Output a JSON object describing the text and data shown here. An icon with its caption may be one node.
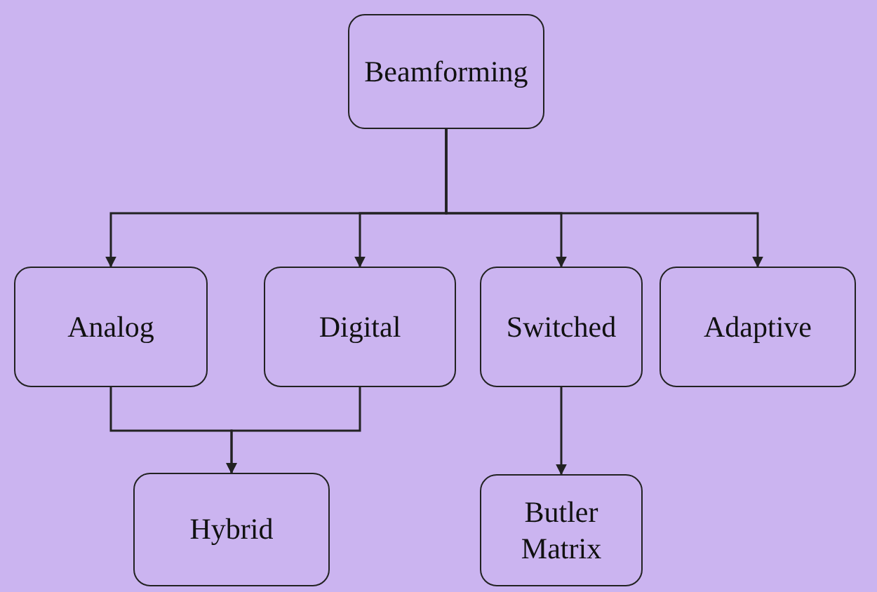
{
  "diagram": {
    "nodes": [
      {
        "text": [
          "Beamforming"
        ]
      },
      {
        "text": [
          "Analog"
        ]
      },
      {
        "text": [
          "Digital"
        ]
      },
      {
        "text": [
          "Switched"
        ]
      },
      {
        "text": [
          "Adaptive"
        ]
      },
      {
        "text": [
          "Hybrid"
        ]
      },
      {
        "text": [
          "Butler Matrix"
        ]
      }
    ],
    "edges": [
      {
        "from": 0,
        "to": 1,
        "arrow": "to"
      },
      {
        "from": 0,
        "to": 2,
        "arrow": "to"
      },
      {
        "from": 0,
        "to": 3,
        "arrow": "to"
      },
      {
        "from": 0,
        "to": 4,
        "arrow": "to"
      },
      {
        "from": 1,
        "to": 5,
        "arrow": "to"
      },
      {
        "from": 2,
        "to": 5,
        "arrow": "to"
      },
      {
        "from": 3,
        "to": 6,
        "arrow": "to"
      }
    ]
  }
}
